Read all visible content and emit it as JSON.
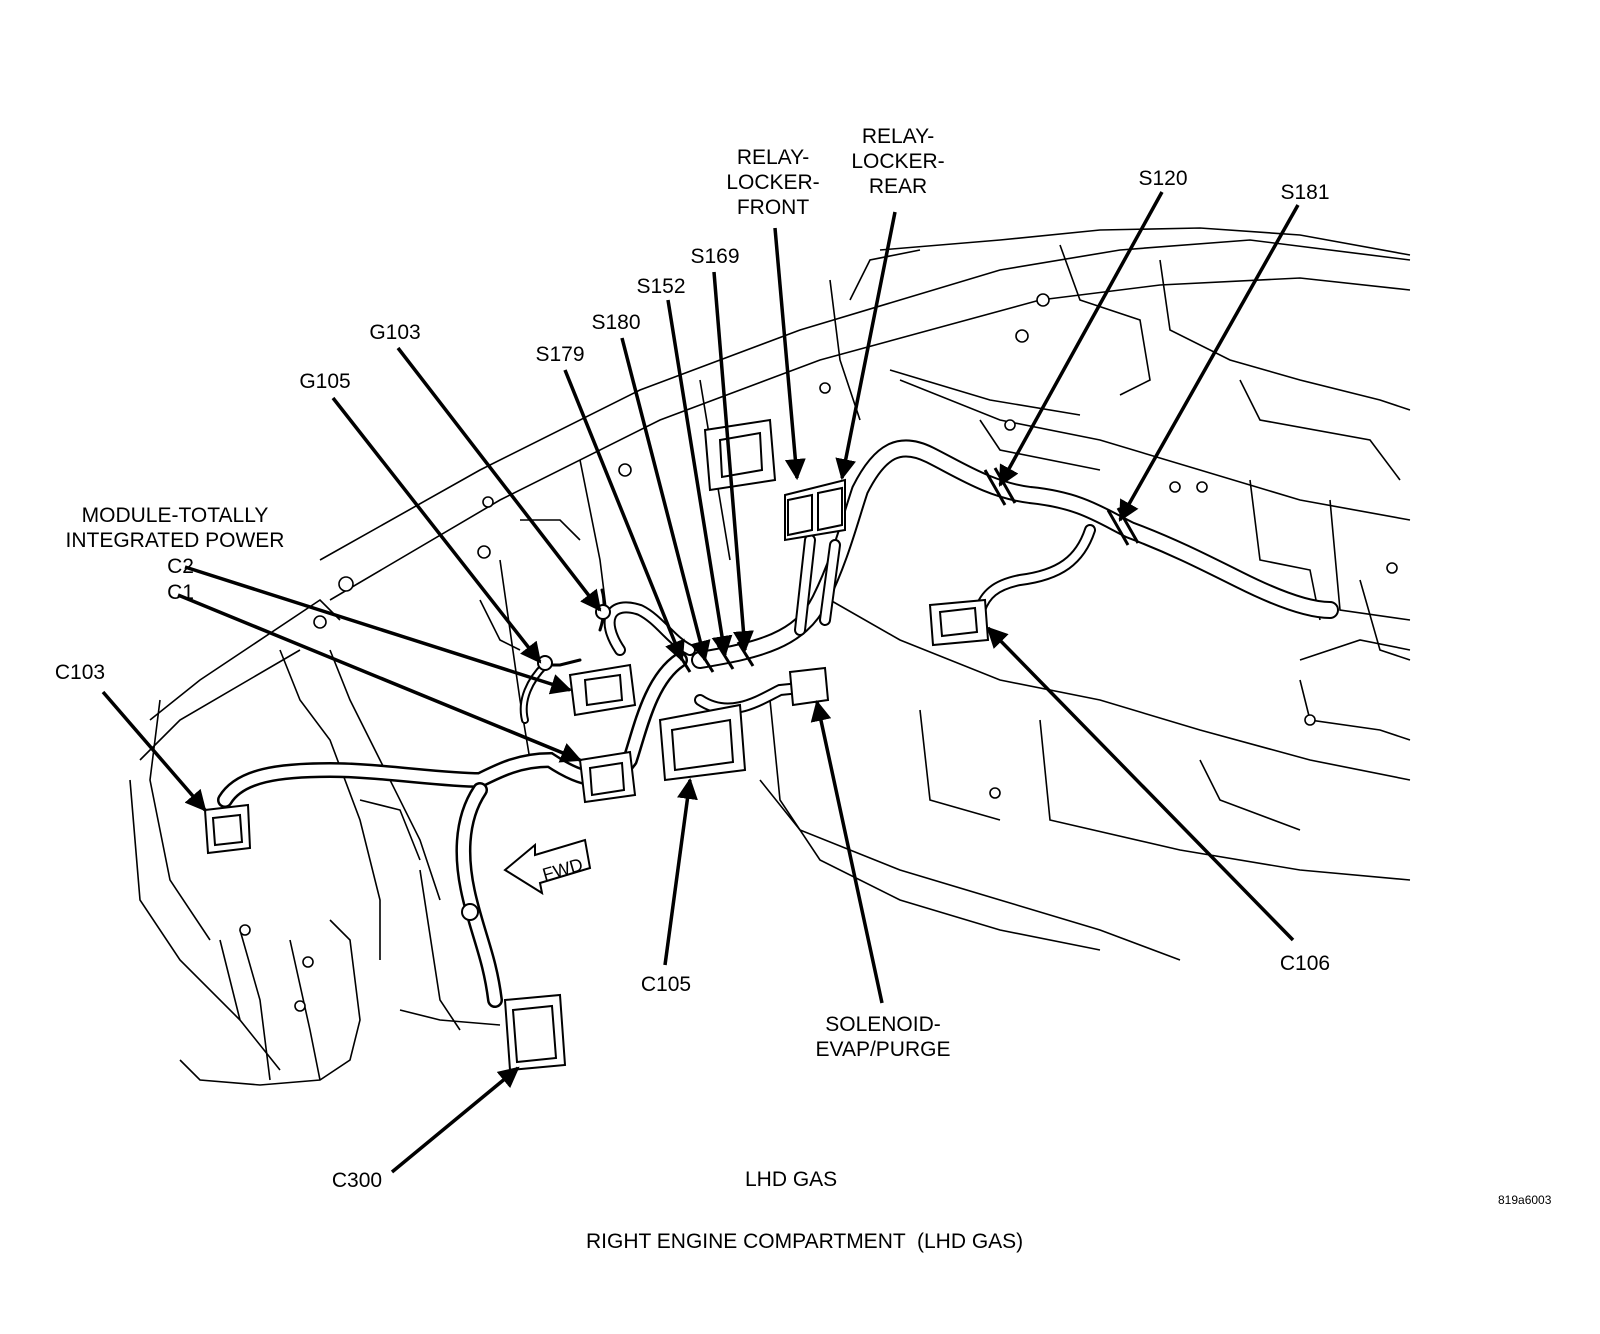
{
  "labels": {
    "relay_locker_front": "RELAY-\nLOCKER-\nFRONT",
    "relay_locker_rear": "RELAY-\nLOCKER-\nREAR",
    "s120": "S120",
    "s181": "S181",
    "s169": "S169",
    "s152": "S152",
    "s180": "S180",
    "s179": "S179",
    "g103": "G103",
    "g105": "G105",
    "module_tipm": "MODULE-TOTALLY\nINTEGRATED POWER",
    "c2": "C2",
    "c1": "C1",
    "c103": "C103",
    "c105": "C105",
    "c106": "C106",
    "c300": "C300",
    "solenoid_evap_purge": "SOLENOID-\nEVAP/PURGE"
  },
  "fwd_marker": "FWD",
  "variant": "LHD GAS",
  "caption": "RIGHT ENGINE COMPARTMENT  (LHD GAS)",
  "figure_ref": "819a6003",
  "colors": {
    "line": "#000000",
    "background": "#ffffff"
  }
}
